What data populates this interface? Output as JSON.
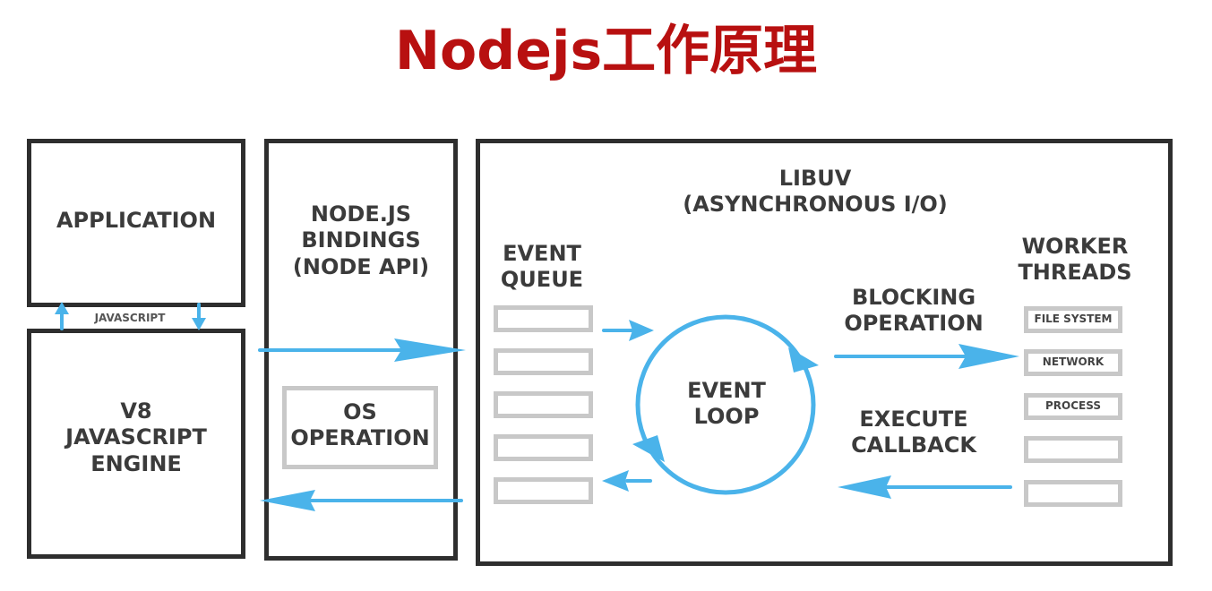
{
  "title": "Nodejs工作原理",
  "application": "APPLICATION",
  "javascript_label": "JAVASCRIPT",
  "v8": "V8\nJAVASCRIPT\nENGINE",
  "bindings": "NODE.JS\nBINDINGS\n(NODE API)",
  "os_operation": "OS\nOPERATION",
  "libuv": "LIBUV\n(ASYNCHRONOUS I/O)",
  "event_queue": "EVENT\nQUEUE",
  "event_loop": "EVENT\nLOOP",
  "blocking_operation": "BLOCKING\nOPERATION",
  "execute_callback": "EXECUTE\nCALLBACK",
  "worker_threads": "WORKER\nTHREADS",
  "worker_items": [
    "FILE SYSTEM",
    "NETWORK",
    "PROCESS",
    "",
    ""
  ],
  "colors": {
    "title": "#b81010",
    "border": "#2e2e2e",
    "slot": "#c8c8c8",
    "arrow": "#4ab3ea",
    "text": "#3b3b3b"
  }
}
